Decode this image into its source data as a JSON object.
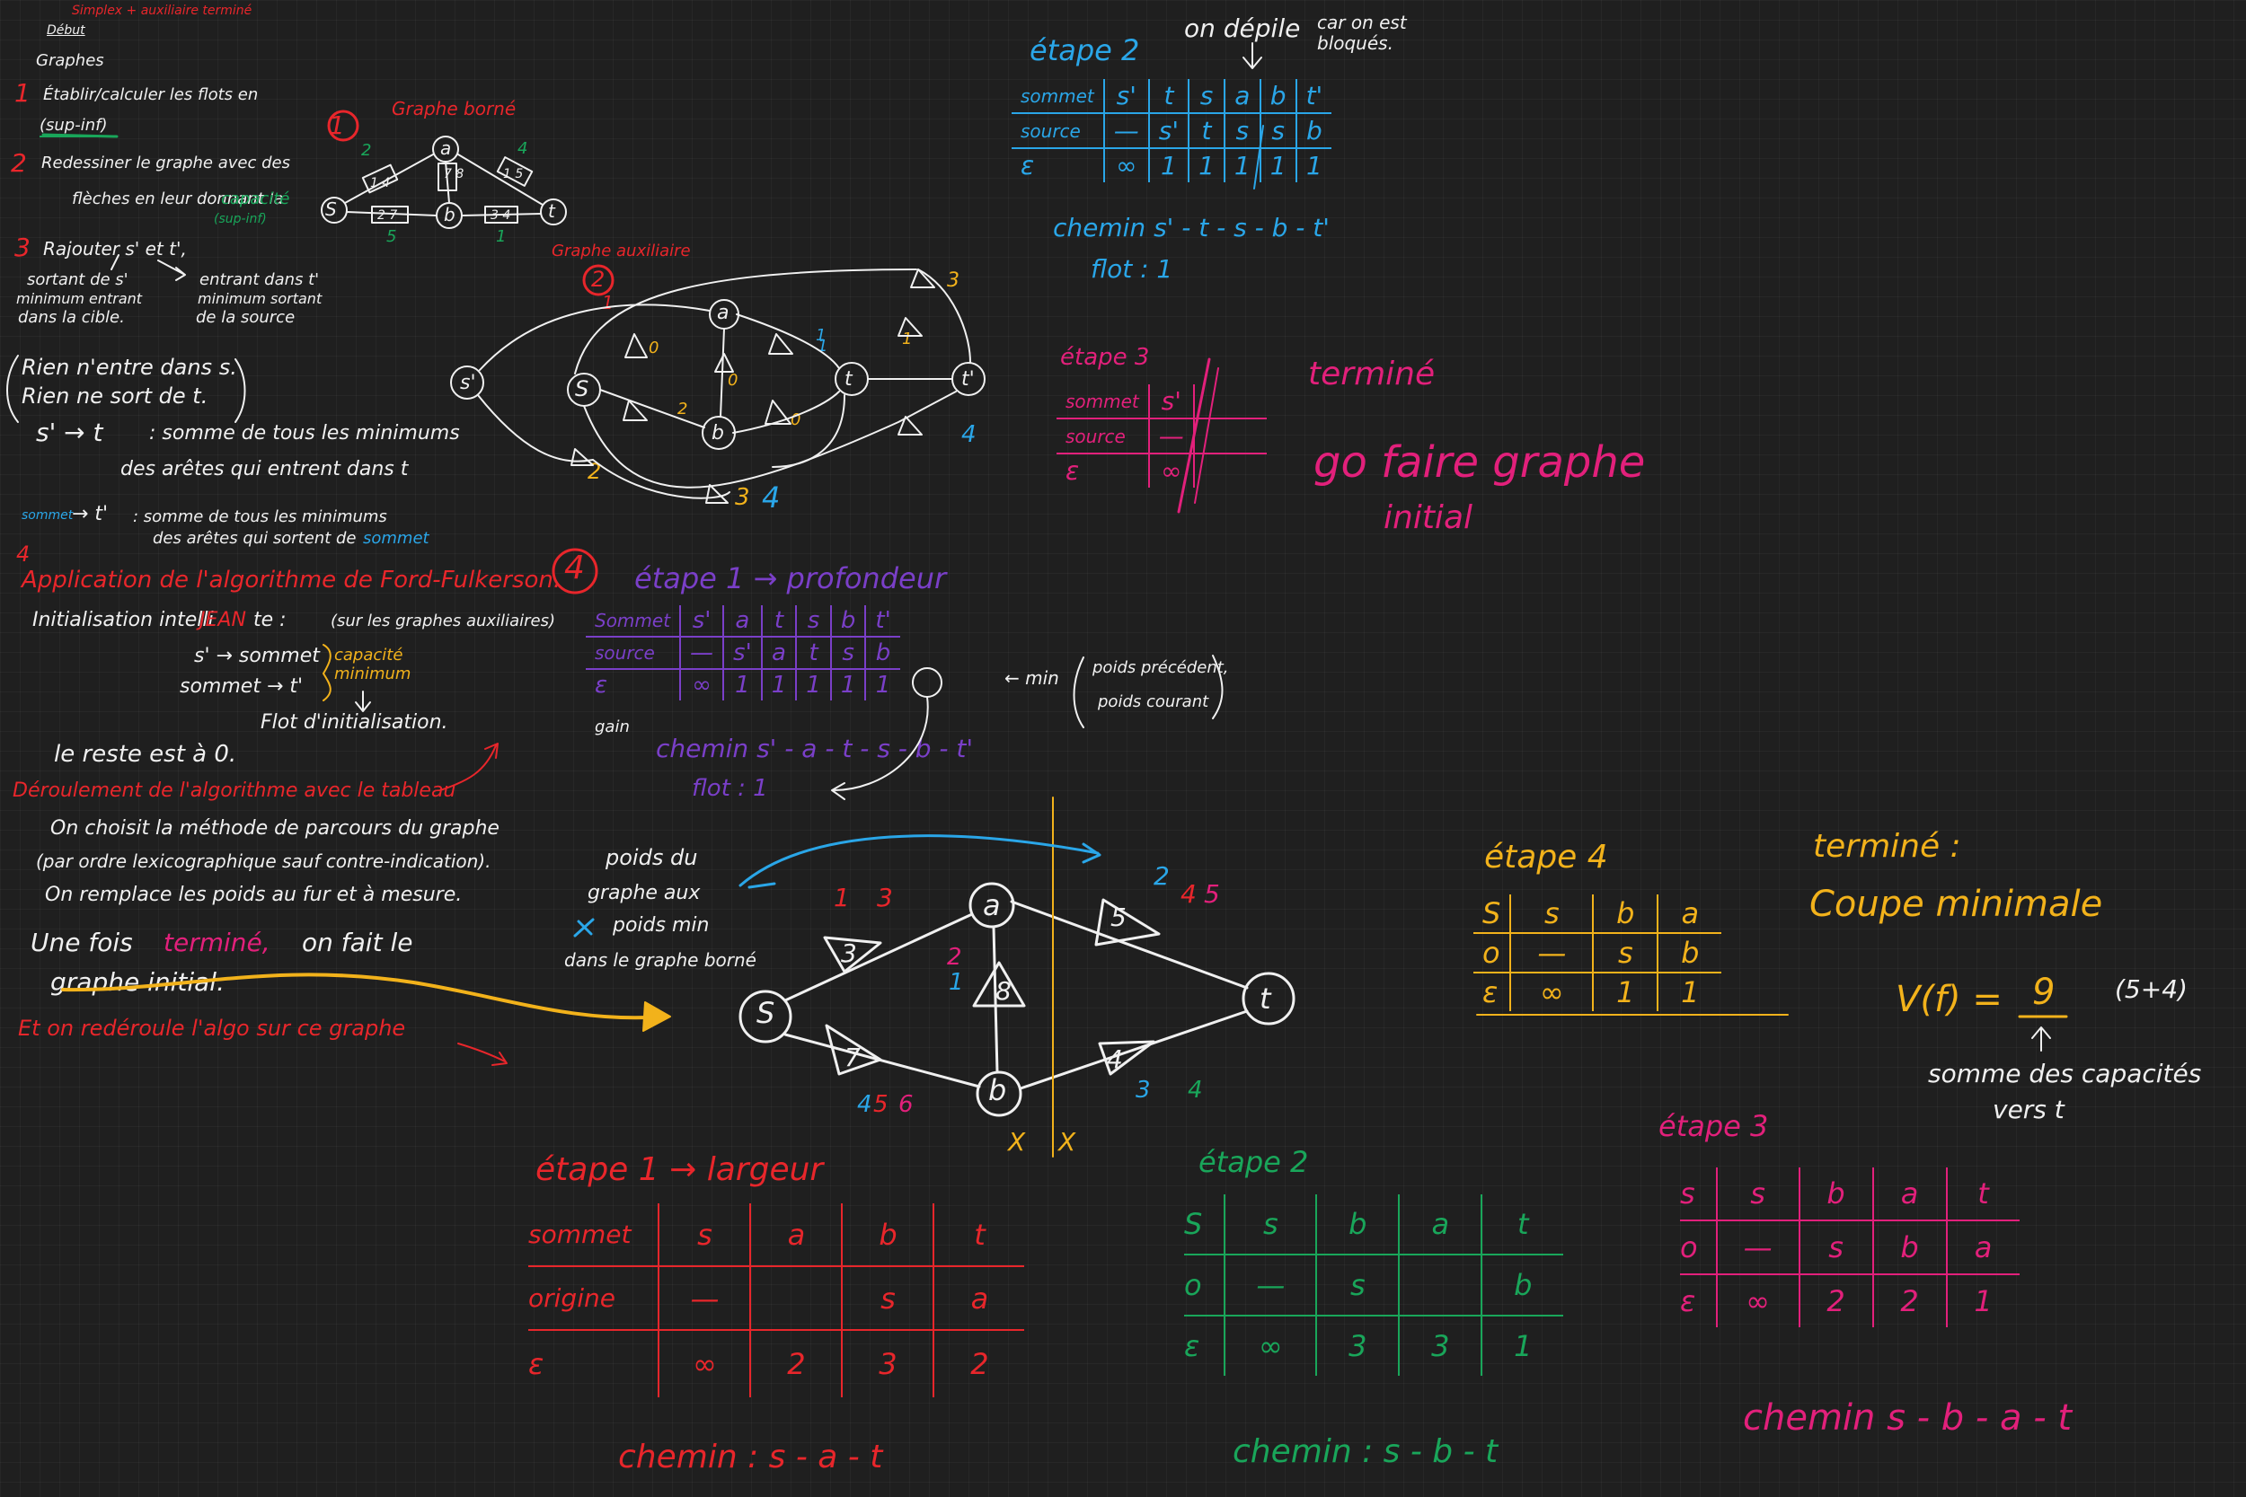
{
  "left": {
    "header_small": "Simplex + auxiliaire terminé",
    "debut": "Début",
    "graphes": "Graphes",
    "step1_num": "1",
    "step1": "Établir/calculer les flots en",
    "step1_sub": "(sup-inf)",
    "step2_num": "2",
    "step2_a": "Redessiner le graphe avec des",
    "step2_b": "flèches en leur donnant la",
    "step2_cap": "capacité",
    "step2_cap_sub": "(sup-inf)",
    "step3_num": "3",
    "step3": "Rajouter s' et t',",
    "sortant_1": "sortant de s'",
    "sortant_2": "minimum entrant",
    "sortant_3": "dans la cible.",
    "entrant_1": "entrant dans t'",
    "entrant_2": "minimum sortant",
    "entrant_3": "de la source",
    "rien_1": "Rien n'entre dans s.",
    "rien_2": "Rien ne sort de t.",
    "sp_t": "s' → t",
    "sp_t_desc_1": ": somme de tous les minimums",
    "sp_t_desc_2": "des arêtes qui entrent dans t",
    "sommet_word": "sommet",
    "sommet_tp": "→ t'",
    "sommet_tp_desc_1": ": somme de tous les minimums",
    "sommet_tp_desc_2": "des arêtes qui sortent de",
    "sommet_tp_desc_3": "sommet",
    "step4_num": "4",
    "app_ff": "Application de l'algorithme de Ford-Fulkerson.",
    "init_a": "Initialisation intelli",
    "init_b": "JEAN",
    "init_c": "te :",
    "sur_aux": "(sur les graphes auxiliaires)",
    "sp_sommet": "s' → sommet",
    "sommet_tp2": "sommet → t'",
    "capacite_min": "capacité minimum",
    "flot_init": "Flot d'initialisation.",
    "reste": "le reste est à 0.",
    "deroul": "Déroulement de l'algorithme avec le tableau",
    "choisit_1": "On choisit la méthode de parcours du graphe",
    "choisit_2": "(par ordre lexicographique sauf contre-indication).",
    "choisit_3": "On remplace les poids au fur et à mesure.",
    "une_fois_a": "Une fois",
    "une_fois_b": "terminé,",
    "une_fois_c": "on fait le",
    "graphe_initial": "graphe initial.",
    "et_on": "Et on redéroule l'algo sur ce graphe"
  },
  "graphe_borne": {
    "circle_num": "1",
    "title": "Graphe borné",
    "nodes": [
      "S",
      "a",
      "b",
      "t"
    ],
    "edge_labels": [
      "1 4",
      "1 5",
      "2 7",
      "3 4",
      "7 8"
    ],
    "side_nums": [
      "2",
      "4",
      "5",
      "1"
    ]
  },
  "graphe_aux": {
    "title": "Graphe auxiliaire",
    "circle_num": "2",
    "nodes": [
      "s'",
      "S",
      "a",
      "b",
      "t",
      "t'"
    ],
    "labels": [
      "3",
      "1",
      "0",
      "1",
      "2",
      "0",
      "1",
      "4",
      "0",
      "1",
      "2",
      "3",
      "4"
    ]
  },
  "etape1_prof": {
    "circle_num": "4",
    "title": "étape 1 → profondeur",
    "rows": [
      [
        "Sommet",
        "s'",
        "a",
        "t",
        "s",
        "b",
        "t'"
      ],
      [
        "source",
        "—",
        "s'",
        "a",
        "t",
        "s",
        "b"
      ],
      [
        "ε",
        "∞",
        "1",
        "1",
        "1",
        "1",
        "1"
      ]
    ],
    "gain": "gain",
    "min_note_1": "← min",
    "min_note_2": "poids précédent,",
    "min_note_3": "poids courant",
    "chemin": "chemin s' - a - t - s - b - t'",
    "flot": "flot : 1"
  },
  "etape2_top": {
    "title": "étape 2",
    "depile": "on dépile",
    "bloques": "car on est bloqués.",
    "rows": [
      [
        "sommet",
        "s'",
        "t",
        "s",
        "a",
        "b",
        "t'"
      ],
      [
        "source",
        "—",
        "s'",
        "t",
        "s",
        "s",
        "b"
      ],
      [
        "ε",
        "∞",
        "1",
        "1",
        "1",
        "1",
        "1"
      ]
    ],
    "chemin": "chemin s' - t - s - b - t'",
    "flot": "flot : 1"
  },
  "etape3_top": {
    "title": "étape 3",
    "rows": [
      [
        "sommet",
        "s'"
      ],
      [
        "source",
        "—"
      ],
      [
        "ε",
        "∞"
      ]
    ],
    "termine": "terminé",
    "go": "go faire graphe",
    "initial": "initial"
  },
  "graphe_init": {
    "poids_1": "poids du",
    "poids_2": "graphe aux",
    "poids_3": "poids min",
    "poids_4": "dans le graphe borné",
    "nodes": [
      "S",
      "a",
      "b",
      "t"
    ],
    "caps": [
      "3",
      "7",
      "8",
      "5",
      "4"
    ],
    "flows": [
      "1",
      "3",
      "2",
      "1",
      "2",
      "4",
      "5",
      "4",
      "5",
      "6",
      "3",
      "4"
    ],
    "cut_x": "X"
  },
  "etape4": {
    "title": "étape 4",
    "rows": [
      [
        "S",
        "s",
        "b",
        "a"
      ],
      [
        "o",
        "—",
        "s",
        "b"
      ],
      [
        "ε",
        "∞",
        "1",
        "1"
      ]
    ],
    "termine": "terminé :",
    "coupe": "Coupe minimale",
    "vf": "V(f) =",
    "nine": "9",
    "five_four": "(5+4)",
    "somme_1": "somme des capacités",
    "somme_2": "vers t"
  },
  "etape1_larg": {
    "title": "étape 1 → largeur",
    "rows": [
      [
        "sommet",
        "s",
        "a",
        "b",
        "t"
      ],
      [
        "origine",
        "—",
        "",
        "s",
        "a"
      ],
      [
        "ε",
        "∞",
        "2",
        "3",
        "2"
      ]
    ],
    "chemin": "chemin : s - a - t"
  },
  "etape2_bot": {
    "title": "étape 2",
    "rows": [
      [
        "S",
        "s",
        "b",
        "a",
        "t"
      ],
      [
        "o",
        "—",
        "s",
        "",
        "b"
      ],
      [
        "ε",
        "∞",
        "3",
        "3",
        "1"
      ]
    ],
    "chemin": "chemin : s - b - t"
  },
  "etape3_bot": {
    "title": "étape 3",
    "rows": [
      [
        "s",
        "s",
        "b",
        "a",
        "t"
      ],
      [
        "o",
        "—",
        "s",
        "b",
        "a"
      ],
      [
        "ε",
        "∞",
        "2",
        "2",
        "1"
      ]
    ],
    "chemin": "chemin s - b - a - t"
  },
  "colors": {
    "white": "#f0f0f0",
    "red": "#e8262b",
    "pink": "#e2207b",
    "yellow": "#f2b21b",
    "green": "#19a65a",
    "blue": "#2aa6e8",
    "purple": "#7a3fc8"
  }
}
